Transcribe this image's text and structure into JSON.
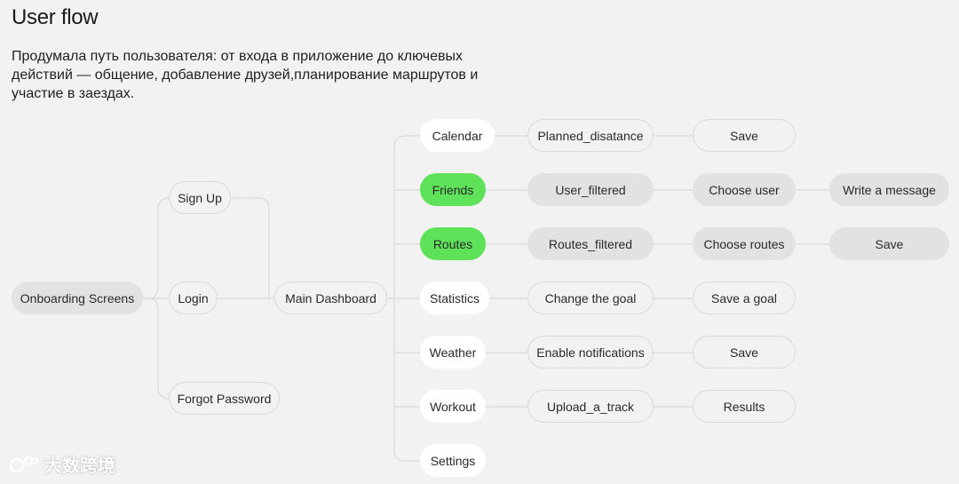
{
  "header": {
    "title": "User flow",
    "description": "Продумала путь пользователя: от входа в приложение до ключевых действий — общение, добавление друзей,планирование маршрутов и участие в заездах."
  },
  "colors": {
    "highlight": "#5de25a",
    "background": "#f2f2f2",
    "line": "#d9d9d9"
  },
  "flow": {
    "onboarding": "Onboarding Screens",
    "sign_up": "Sign Up",
    "login": "Login",
    "forgot_password": "Forgot Password",
    "main_dashboard": "Main Dashboard",
    "calendar": "Calendar",
    "planned_distance": "Planned_disatance",
    "calendar_save": "Save",
    "friends": "Friends",
    "user_filtered": "User_filtered",
    "choose_user": "Choose user",
    "write_message": "Write a message",
    "routes": "Routes",
    "routes_filtered": "Routes_filtered",
    "choose_routes": "Choose routes",
    "routes_save": "Save",
    "statistics": "Statistics",
    "change_goal": "Change the goal",
    "save_goal": "Save a goal",
    "weather": "Weather",
    "enable_notifications": "Enable notifications",
    "weather_save": "Save",
    "workout": "Workout",
    "upload_track": "Upload_a_track",
    "results": "Results",
    "settings": "Settings"
  },
  "watermark": {
    "text": "大数跨境",
    "icon": "watermark-logo-icon"
  }
}
